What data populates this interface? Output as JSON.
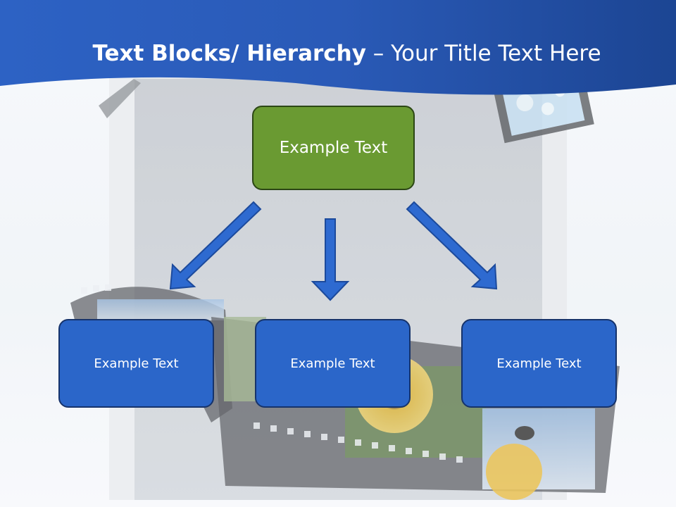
{
  "title": {
    "bold_part": "Text Blocks/ Hierarchy",
    "regular_part": " – Your Title Text Here"
  },
  "diagram": {
    "top_node": {
      "label": "Example Text"
    },
    "children": [
      {
        "label": "Example Text"
      },
      {
        "label": "Example Text"
      },
      {
        "label": "Example Text"
      }
    ]
  },
  "colors": {
    "header_blue": "#1f57b4",
    "top_node_green": "#6a9a32",
    "child_node_blue": "#2b66c9",
    "arrow_blue": "#2e6ad0"
  }
}
